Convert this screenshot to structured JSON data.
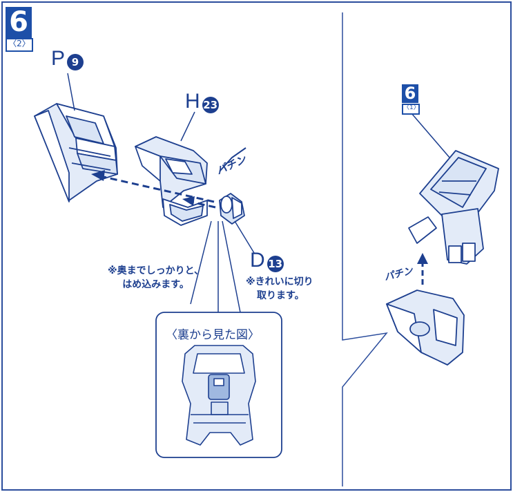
{
  "step_main": {
    "number": "6",
    "sub": "〈2〉"
  },
  "step_ref": {
    "number": "6",
    "sub": "〈1〉"
  },
  "parts": {
    "p": {
      "letter": "P",
      "number": "9"
    },
    "h": {
      "letter": "H",
      "number": "23"
    },
    "d": {
      "letter": "D",
      "number": "13"
    }
  },
  "notes": {
    "insert_line1": "※奥までしっかりと、",
    "insert_line2": "はめ込みます。",
    "cut_line1": "※きれいに切り",
    "cut_line2": "取ります。"
  },
  "inset_title": "〈裏から見た図〉",
  "sound_effects": {
    "left": "パチン",
    "right": "パチン"
  },
  "colors": {
    "line": "#1d3f8f",
    "fill": "#d9e4f5",
    "badge": "#1d4fa8",
    "panel_border": "#2a4c9c"
  }
}
